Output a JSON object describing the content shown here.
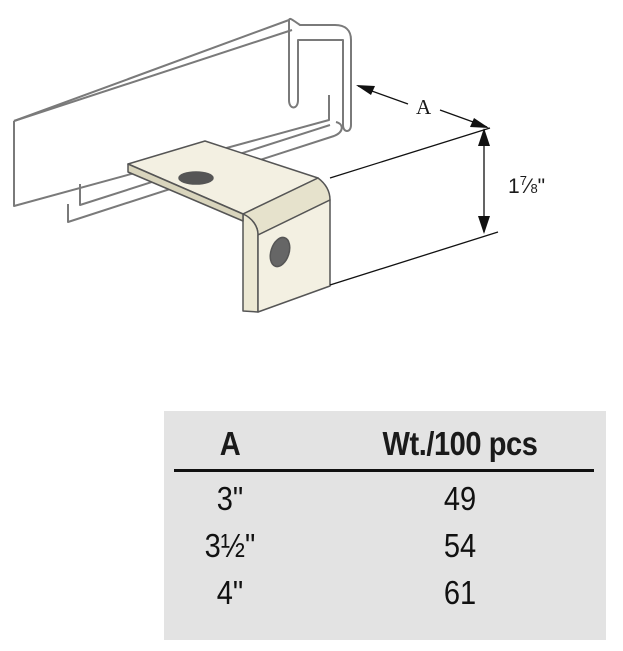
{
  "diagram": {
    "dimension_a_label": "A",
    "height_dimension": {
      "whole": "1",
      "num": "7",
      "den": "8",
      "unit": "\""
    }
  },
  "table": {
    "headers": {
      "a": "A",
      "weight": "Wt./100 pcs"
    },
    "rows": [
      {
        "a": "3\"",
        "weight": "49"
      },
      {
        "a": "3½\"",
        "weight": "54"
      },
      {
        "a": "4\"",
        "weight": "61"
      }
    ]
  }
}
